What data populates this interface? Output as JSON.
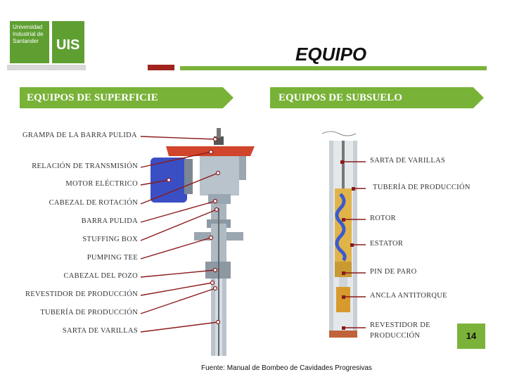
{
  "logo": {
    "text": "Universidad Industrial de Santander",
    "monogram": "UIS"
  },
  "slide": {
    "title": "EQUIPO",
    "left_heading": "EQUIPOS DE SUPERFICIE",
    "right_heading": "EQUIPOS DE SUBSUELO",
    "page_number": "14",
    "source": "Fuente: Manual de Bombeo de Cavidades Progresivas"
  },
  "surface_labels": [
    "GRAMPA DE LA BARRA PULIDA",
    "RELACIÓN DE TRANSMISIÓN",
    "MOTOR ELÉCTRICO",
    "CABEZAL DE ROTACIÓN",
    "BARRA PULIDA",
    "STUFFING BOX",
    "PUMPING TEE",
    "CABEZAL DEL POZO",
    "REVESTIDOR DE PRODUCCIÓN",
    "TUBERÍA DE PRODUCCIÓN",
    "SARTA DE VARILLAS"
  ],
  "subsurface_labels": [
    "SARTA DE VARILLAS",
    "TUBERÍA DE PRODUCCIÓN",
    "ROTOR",
    "ESTATOR",
    "PIN DE PARO",
    "ANCLA ANTITORQUE",
    "REVESTIDOR DE",
    "PRODUCCIÓN"
  ],
  "colors": {
    "accent_green": "#78b237",
    "accent_red": "#a0231e",
    "leader_red": "#8b1a1a"
  }
}
